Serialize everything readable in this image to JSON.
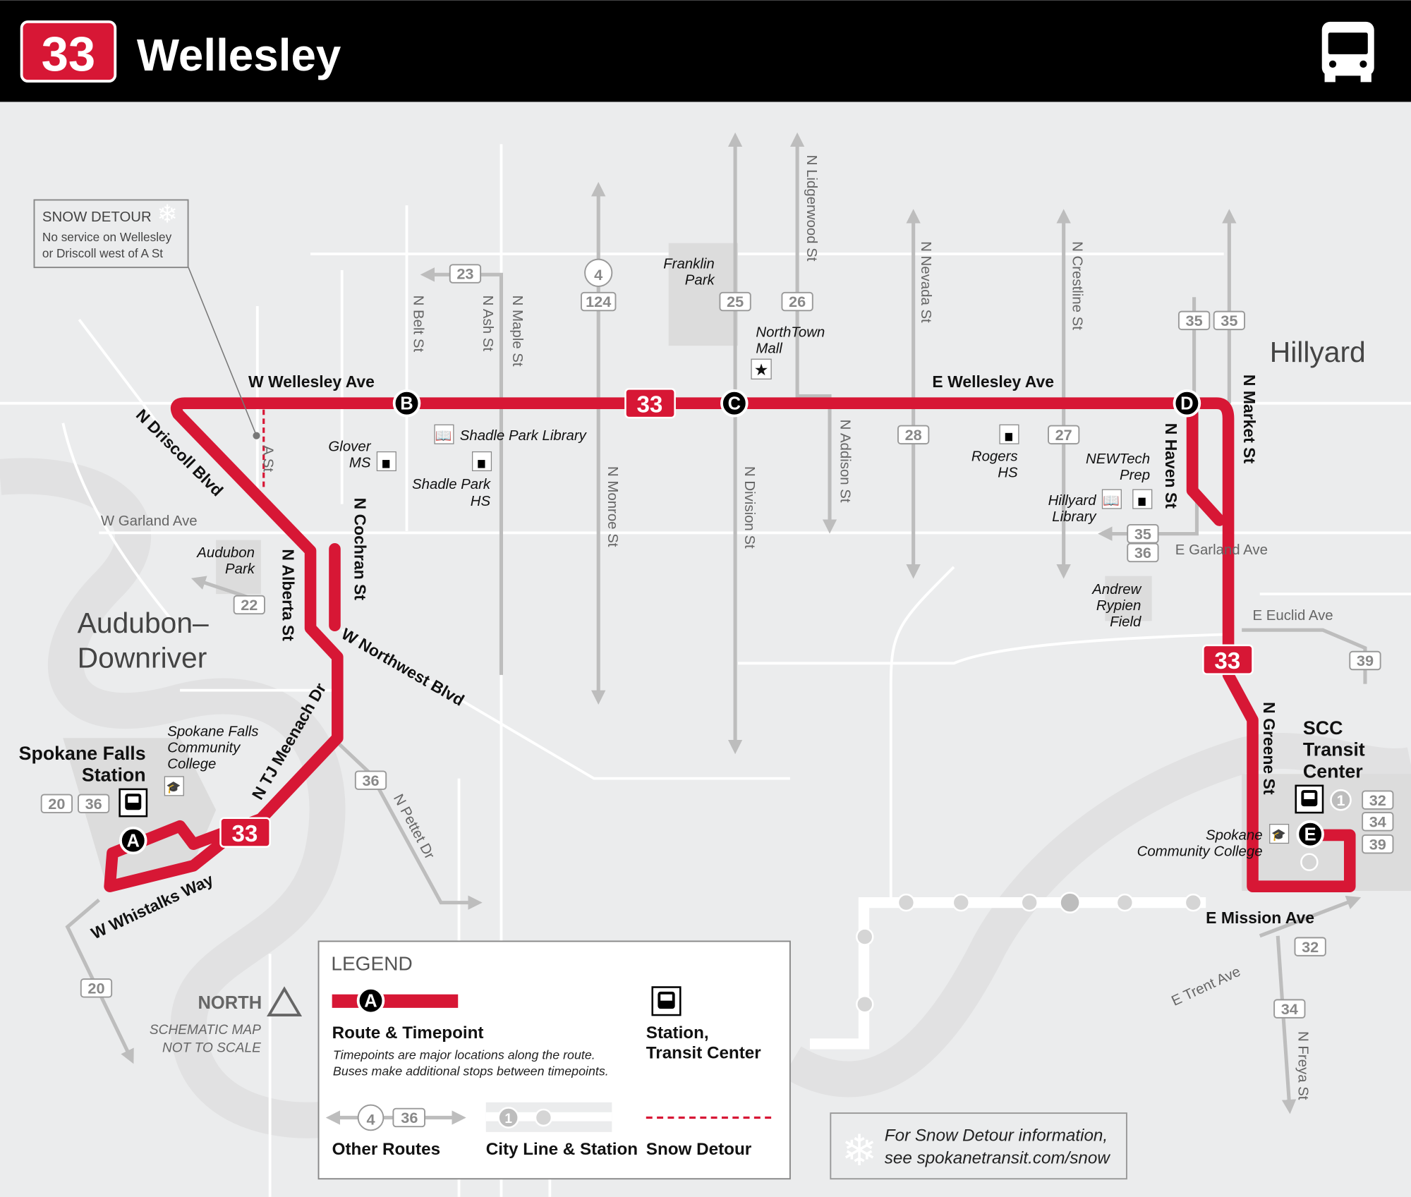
{
  "header": {
    "route_number": "33",
    "route_name": "Wellesley",
    "icon": "bus-icon"
  },
  "colors": {
    "route": "#d71735",
    "header_bg": "#000000",
    "map_bg": "#ebeced",
    "other_routes": "#bdbdbd"
  },
  "snow_detour_note": {
    "title": "SNOW DETOUR",
    "line1": "No service on Wellesley",
    "line2": "or Driscoll west of A St"
  },
  "timepoints": {
    "a": "A",
    "b": "B",
    "c": "C",
    "d": "D",
    "e": "E"
  },
  "route_badge": "33",
  "neighborhoods": {
    "hillyard": "Hillyard",
    "audubon_1": "Audubon–",
    "audubon_2": "Downriver"
  },
  "streets": {
    "w_wellesley": "W Wellesley Ave",
    "e_wellesley": "E Wellesley Ave",
    "driscoll": "N Driscoll Blvd",
    "a_st": "A St",
    "cochran": "N Cochran St",
    "alberta": "N Alberta St",
    "northwest": "W Northwest Blvd",
    "meenach": "N TJ Meenach Dr",
    "whistalks": "W Whistalks Way",
    "pettet": "N Pettet Dr",
    "w_garland": "W Garland Ave",
    "belt": "N Belt St",
    "ash": "N Ash St",
    "maple": "N Maple St",
    "monroe": "N Monroe St",
    "division": "N Division St",
    "lidgerwood": "N Lidgerwood St",
    "addison": "N Addison St",
    "nevada": "N Nevada St",
    "crestline": "N Crestline St",
    "haven": "N Haven St",
    "market": "N Market St",
    "e_garland": "E Garland Ave",
    "euclid": "E Euclid Ave",
    "greene": "N Greene St",
    "mission": "E Mission Ave",
    "trent": "E Trent Ave",
    "freya": "N Freya St"
  },
  "places": {
    "franklin_park": [
      "Franklin",
      "Park"
    ],
    "northtown_mall": [
      "NorthTown",
      "Mall"
    ],
    "glover_ms": [
      "Glover",
      "MS"
    ],
    "shadle_library": "Shadle Park Library",
    "shadle_hs": [
      "Shadle Park",
      "HS"
    ],
    "rogers_hs": [
      "Rogers",
      "HS"
    ],
    "newtech": [
      "NEWTech",
      "Prep"
    ],
    "hillyard_library": [
      "Hillyard",
      "Library"
    ],
    "rypien": [
      "Andrew",
      "Rypien",
      "Field"
    ],
    "audubon_park": [
      "Audubon",
      "Park"
    ],
    "sfcc": [
      "Spokane Falls",
      "Community",
      "College"
    ],
    "scc": [
      "Spokane",
      "Community College"
    ]
  },
  "stations": {
    "spokane_falls": [
      "Spokane Falls",
      "Station"
    ],
    "scc_transit": [
      "SCC",
      "Transit",
      "Center"
    ]
  },
  "route_shields": {
    "r23": "23",
    "r4": "4",
    "r124": "124",
    "r25": "25",
    "r26": "26",
    "r35a": "35",
    "r35b": "35",
    "r28": "28",
    "r27": "27",
    "r35c": "35",
    "r36a": "36",
    "r22": "22",
    "r39a": "39",
    "r36b": "36",
    "r20a": "20",
    "r36c": "36",
    "r32a": "32",
    "r34a": "34",
    "r39b": "39",
    "r1": "1",
    "r32b": "32",
    "r34b": "34",
    "r20b": "20"
  },
  "north": {
    "label": "NORTH",
    "note1": "SCHEMATIC MAP",
    "note2": "NOT TO SCALE"
  },
  "legend": {
    "title": "LEGEND",
    "sample_timepoint": "A",
    "route_label": "Route & Timepoint",
    "note1": "Timepoints are major locations along the route.",
    "note2": "Buses make additional stops between timepoints.",
    "station_1": "Station,",
    "station_2": "Transit Center",
    "sample_route_1": "4",
    "sample_route_2": "36",
    "other_routes": "Other Routes",
    "sample_city_line": "1",
    "city_line": "City Line & Station",
    "snow_detour": "Snow Detour"
  },
  "snow_info": {
    "line1": "For Snow Detour information,",
    "line2": "see spokanetransit.com/snow"
  }
}
